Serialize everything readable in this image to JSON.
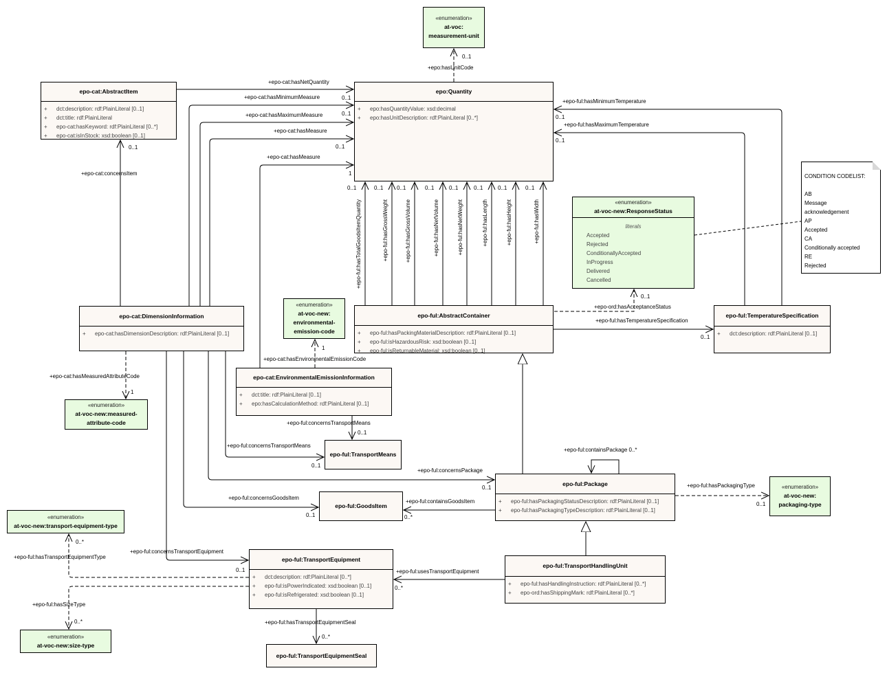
{
  "classes": [
    {
      "stereotype": "«enumeration»",
      "name": "at-voc:\nmeasurement-unit",
      "attributes": []
    },
    {
      "name": "epo:Quantity",
      "attributes": [
        "epo:hasQuantityValue: xsd:decimal",
        "epo:hasUnitDescription: rdf:PlainLiteral [0..*]"
      ]
    },
    {
      "name": "epo-cat:AbstractItem",
      "attributes": [
        "dct:description: rdf:PlainLiteral [0..1]",
        "dct:title: rdf:PlainLiteral",
        "epo-cat:hasKeyword: rdf:PlainLiteral [0..*]",
        "epo-cat:isInStock: xsd:boolean [0..1]"
      ]
    },
    {
      "name": "epo-cat:DimensionInformation",
      "attributes": [
        "epo-cat:hasDimensionDescription: rdf:PlainLiteral [0..1]"
      ]
    },
    {
      "stereotype": "«enumeration»",
      "name": "at-voc-new:\nenvironmental-\nemission-code",
      "attributes": []
    },
    {
      "name": "epo-cat:EnvironmentalEmissionInformation",
      "attributes": [
        "dct:title: rdf:PlainLiteral [0..1]",
        "epo:hasCalculationMethod: rdf:PlainLiteral [0..1]"
      ]
    },
    {
      "stereotype": "«enumeration»",
      "name": "at-voc-new:measured-\nattribute-code",
      "attributes": []
    },
    {
      "name": "epo-ful:TransportMeans",
      "attributes": []
    },
    {
      "name": "epo-ful:GoodsItem",
      "attributes": []
    },
    {
      "name": "epo-ful:AbstractContainer",
      "attributes": [
        "epo-ful:hasPackingMaterialDescription: rdf:PlainLiteral [0..1]",
        "epo-ful:isHazardousRisk: xsd:boolean [0..1]",
        "epo-ful:isReturnableMaterial: xsd:boolean [0..1]"
      ]
    },
    {
      "stereotype": "«enumeration»",
      "name": "at-voc-new:ResponseStatus",
      "attributes": [],
      "literals_heading": "literals",
      "literals": [
        "Accepted",
        "Rejected",
        "ConditionallyAccepted",
        "InProgress",
        "Delivered",
        "Cancelled"
      ]
    },
    {
      "name": "epo-ful:TemperatureSpecification",
      "attributes": [
        "dct:description: rdf:PlainLiteral [0..1]"
      ]
    },
    {
      "name": "epo-ful:Package",
      "attributes": [
        "epo-ful:hasPackagingStatusDescription: rdf:PlainLiteral [0..1]",
        "epo-ful:hasPackagingTypeDescription: rdf:PlainLiteral [0..1]"
      ]
    },
    {
      "stereotype": "«enumeration»",
      "name": "at-voc-new:\npackaging-type",
      "attributes": []
    },
    {
      "name": "epo-ful:TransportHandlingUnit",
      "attributes": [
        "epo-ful:hasHandlingInstruction: rdf:PlainLiteral [0..*]",
        "epo-ord:hasShippingMark: rdf:PlainLiteral [0..*]"
      ]
    },
    {
      "stereotype": "«enumeration»",
      "name": "at-voc-new:transport-equipment-type",
      "attributes": []
    },
    {
      "name": "epo-ful:TransportEquipment",
      "attributes": [
        "dct:description: rdf:PlainLiteral [0..*]",
        "epo-ful:isPowerIndicated: xsd:boolean [0..1]",
        "epo-ful:isRefrigerated: xsd:boolean [0..1]"
      ]
    },
    {
      "stereotype": "«enumeration»",
      "name": "at-voc-new:size-type",
      "attributes": []
    },
    {
      "name": "epo-ful:TransportEquipmentSeal",
      "attributes": []
    }
  ],
  "note": {
    "lines": [
      "CONDITION CODELIST:",
      "",
      "AB",
      "Message",
      "acknowledgement",
      "AP",
      "Accepted",
      "CA",
      "Conditionally accepted",
      "RE",
      "Rejected"
    ]
  },
  "associations": [
    {
      "label": "+epo:hasUnitCode",
      "multiplicity": "0..1",
      "line": "dashed"
    },
    {
      "label": "+epo-cat:hasNetQuantity",
      "multiplicity": ""
    },
    {
      "label": "+epo-cat:hasMinimumMeasure",
      "multiplicity": "0..1"
    },
    {
      "label": "+epo-cat:hasMaximumMeasure",
      "multiplicity": "0..1"
    },
    {
      "label": "+epo-cat:hasMeasure",
      "multiplicity": "0..1"
    },
    {
      "label": "+epo-cat:hasMeasure",
      "multiplicity": "1"
    },
    {
      "label": "+epo-cat:concernsItem",
      "multiplicity": "0..1"
    },
    {
      "label": "+epo-ful:hasTotalGoodsItemQuantity",
      "multiplicity": "0..1"
    },
    {
      "label": "+epo-ful:hasGrossWeight",
      "multiplicity": "0..1"
    },
    {
      "label": "+epo-ful:hasGrossVolume",
      "multiplicity": "0..1"
    },
    {
      "label": "+epo-ful:hasNetVolume",
      "multiplicity": "0..1"
    },
    {
      "label": "+epo-ful:hasNetWeight",
      "multiplicity": "0..1"
    },
    {
      "label": "+epo-ful:hasLength",
      "multiplicity": "0..1"
    },
    {
      "label": "+epo-ful:hasHeight",
      "multiplicity": "0..1"
    },
    {
      "label": "+epo-ful:hasWidth",
      "multiplicity": "0..1"
    },
    {
      "label": "+epo-ful:hasMinimumTemperature",
      "multiplicity": "0..1"
    },
    {
      "label": "+epo-ful:hasMaximumTemperature",
      "multiplicity": "0..1"
    },
    {
      "label": "+epo-ord:hasAcceptanceStatus",
      "multiplicity": "0..1",
      "line": "dashed"
    },
    {
      "label": "+epo-ful:hasTemperatureSpecification",
      "multiplicity": "0..1"
    },
    {
      "label": "+epo-cat:hasEnvironmentalEmissionCode",
      "multiplicity": "1",
      "line": "dashed"
    },
    {
      "label": "+epo-cat:hasMeasuredAttributeCode",
      "multiplicity": "1",
      "line": "dashed"
    },
    {
      "label": "+epo-ful:concernsTransportMeans",
      "multiplicity": "0..1"
    },
    {
      "label": "+epo-ful:concernsTransportMeans",
      "multiplicity": "0..1"
    },
    {
      "label": "+epo-ful:concernsPackage",
      "multiplicity": "0..1"
    },
    {
      "label": "+epo-ful:concernsGoodsItem",
      "multiplicity": "0..1"
    },
    {
      "label": "+epo-ful:containsGoodsItem",
      "multiplicity": "0..*"
    },
    {
      "label": "+epo-ful:containsPackage 0..*",
      "multiplicity": ""
    },
    {
      "label": "+epo-ful:hasPackagingType",
      "multiplicity": "0..1",
      "line": "dashed"
    },
    {
      "label": "+epo-ful:usesTransportEquipment",
      "multiplicity": "0..*"
    },
    {
      "label": "+epo-ful:concernsTransportEquipment",
      "multiplicity": "0..1"
    },
    {
      "label": "+epo-ful:hasTransportEquipmentType",
      "multiplicity": "0..*",
      "line": "dashed"
    },
    {
      "label": "+epo-ful:hasSizeType",
      "multiplicity": "0..*",
      "line": "dashed"
    },
    {
      "label": "+epo-ful:hasTransportEquipmentSeal",
      "multiplicity": "0..*"
    }
  ],
  "colors": {
    "class_fill": "#fcf8f4",
    "enumeration_fill": "#e8fbe0",
    "line": "#000000"
  }
}
